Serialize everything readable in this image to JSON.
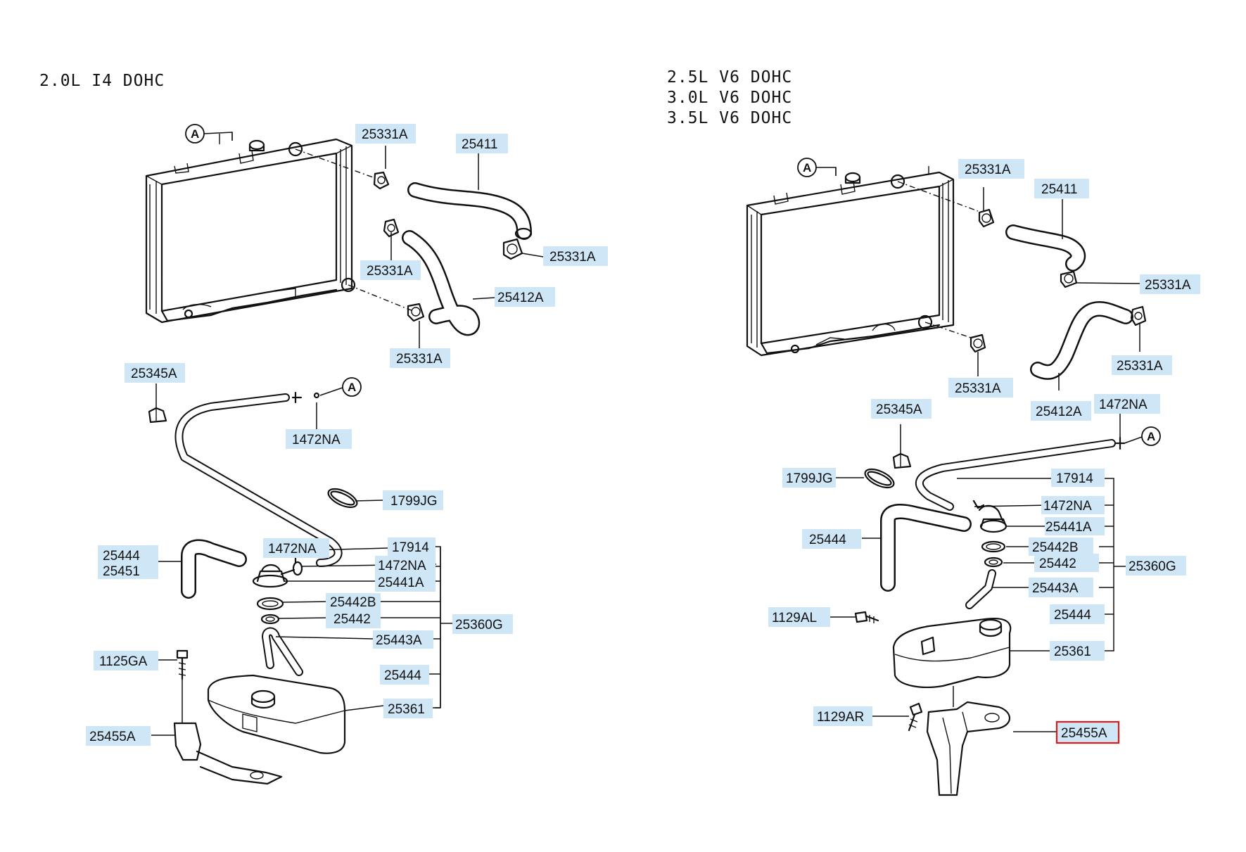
{
  "left_panel": {
    "engine_title": "2.0L  I4  DOHC",
    "ref_marker": "A",
    "labels": {
      "clamp_top": "25331A",
      "upper_hose": "25411",
      "clamp_right": "25331A",
      "clamp_mid": "25331A",
      "lower_hose": "25412A",
      "clamp_bottom": "25331A",
      "bracket": "25345A",
      "clip_top": "1472NA",
      "band": "1799JG",
      "hose_a": "25444",
      "hose_b": "25451",
      "clip_mid": "1472NA",
      "assy_1": "17914",
      "assy_2": "1472NA",
      "assy_3": "25441A",
      "assy_4": "25442B",
      "assy_5": "25442",
      "assy_group": "25360G",
      "assy_6": "25443A",
      "assy_7": "25444",
      "assy_8": "25361",
      "bolt": "1125GA",
      "tank_bracket": "25455A"
    }
  },
  "right_panel": {
    "engine_titles": [
      "2.5L  V6  DOHC",
      "3.0L  V6  DOHC",
      "3.5L  V6  DOHC"
    ],
    "ref_marker": "A",
    "labels": {
      "clamp_top": "25331A",
      "upper_hose": "25411",
      "clamp_right": "25331A",
      "clamp_far": "25331A",
      "clamp_bottom": "25331A",
      "lower_hose": "25412A",
      "bracket": "25345A",
      "clip_top": "1472NA",
      "band": "1799JG",
      "hose_a": "25444",
      "assy_1": "17914",
      "assy_2": "1472NA",
      "assy_3": "25441A",
      "assy_4": "25442B",
      "assy_5": "25442",
      "assy_group": "25360G",
      "assy_6": "25443A",
      "assy_7": "25444",
      "assy_8": "25361",
      "bolt_a": "1129AL",
      "bolt_b": "1129AR",
      "tank_bracket": "25455A"
    },
    "highlighted_part": "25455A",
    "highlight_color": "#e01a1a"
  },
  "label_bg_color": "#cfe6f7"
}
